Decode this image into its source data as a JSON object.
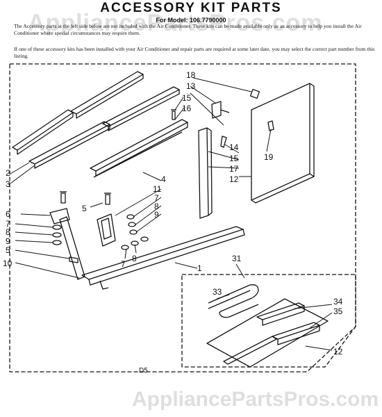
{
  "header": {
    "title": "ACCESSORY KIT PARTS",
    "model": "For Model: 106.7790000"
  },
  "notes": {
    "paragraph_1": "The Accessory parts at the left side below are not included with the Air Conditioner. These kits can be made available only as an accessory to help you install the Air Conditioner where special circumstances may require them.",
    "paragraph_2": "If one of these accessory kits has been installed with your Air Conditioner and repair parts are required at some later date, you may select the correct part number from this listing."
  },
  "watermark": {
    "text_top": "AppliancePartsPros.com",
    "text_bottom": "AppliancePartsPros.com"
  },
  "diagram": {
    "code": "D5",
    "callouts": {
      "c1": "1",
      "c2": "2",
      "c3": "3",
      "c4": "4",
      "c5a": "5",
      "c5b": "5",
      "c6": "6",
      "c7a": "7",
      "c7b": "7",
      "c7c": "7",
      "c8a": "8",
      "c8b": "8",
      "c8c": "8",
      "c9a": "9",
      "c9b": "9",
      "c10": "10",
      "c11": "11",
      "c12a": "12",
      "c12b": "12",
      "c13": "13",
      "c14": "14",
      "c15a": "15",
      "c15b": "15",
      "c16": "16",
      "c17": "17",
      "c18": "18",
      "c19": "19",
      "c31": "31",
      "c33": "33",
      "c34": "34",
      "c35": "35"
    }
  }
}
